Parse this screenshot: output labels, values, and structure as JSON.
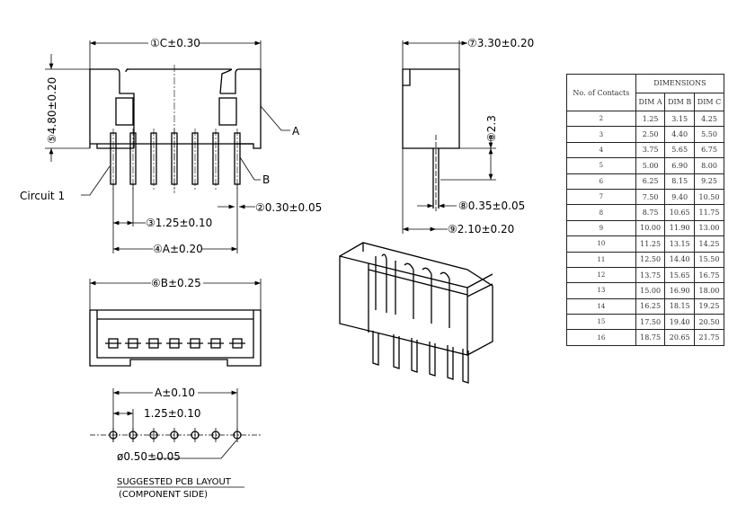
{
  "front_view": {
    "dim_c": "①C±0.30",
    "dim_height": "⑤4.80±0.20",
    "label_a": "A",
    "label_b": "B",
    "circuit_label": "Circuit 1",
    "dim_pin_width": "②0.30±0.05",
    "dim_pitch": "③1.25±0.10",
    "dim_a": "④A±0.20"
  },
  "side_view": {
    "dim_depth": "⑦3.30±0.20",
    "dim_pin_len": "⑧2.3",
    "dim_pin_thk": "⑧0.35±0.05",
    "dim_pin_offset": "⑨2.10±0.20"
  },
  "bottom_view": {
    "dim_b": "⑥B±0.25"
  },
  "pcb_layout": {
    "dim_a": "A±0.10",
    "dim_pitch": "1.25±0.10",
    "dim_hole": "ø0.50±0.05",
    "title": "SUGGESTED PCB LAYOUT",
    "subtitle": "(COMPONENT SIDE)"
  },
  "table": {
    "col_contacts": "No. of Contacts",
    "group_header": "DIMENSIONS",
    "headers": [
      "DIM A",
      "DIM B",
      "DIM C"
    ],
    "rows": [
      [
        "2",
        "1.25",
        "3.15",
        "4.25"
      ],
      [
        "3",
        "2.50",
        "4.40",
        "5.50"
      ],
      [
        "4",
        "3.75",
        "5.65",
        "6.75"
      ],
      [
        "5",
        "5.00",
        "6.90",
        "8.00"
      ],
      [
        "6",
        "6.25",
        "8.15",
        "9.25"
      ],
      [
        "7",
        "7.50",
        "9.40",
        "10.50"
      ],
      [
        "8",
        "8.75",
        "10.65",
        "11.75"
      ],
      [
        "9",
        "10.00",
        "11.90",
        "13.00"
      ],
      [
        "10",
        "11.25",
        "13.15",
        "14.25"
      ],
      [
        "11",
        "12.50",
        "14.40",
        "15.50"
      ],
      [
        "12",
        "13.75",
        "15.65",
        "16.75"
      ],
      [
        "13",
        "15.00",
        "16.90",
        "18.00"
      ],
      [
        "14",
        "16.25",
        "18.15",
        "19.25"
      ],
      [
        "15",
        "17.50",
        "19.40",
        "20.50"
      ],
      [
        "16",
        "18.75",
        "20.65",
        "21.75"
      ]
    ]
  }
}
